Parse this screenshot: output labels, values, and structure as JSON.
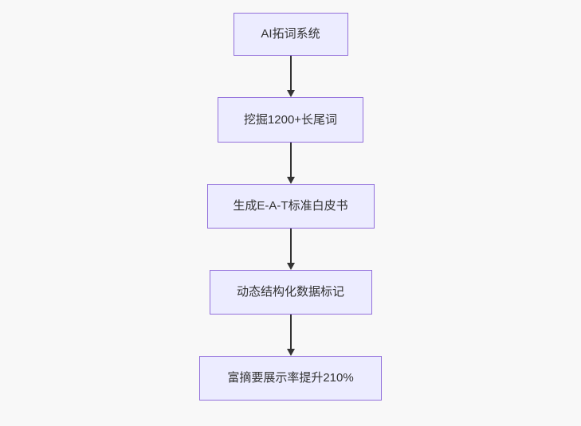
{
  "diagram": {
    "type": "flowchart-top-down",
    "colors": {
      "background": "#f8f8f8",
      "node_fill": "#ECECFF",
      "node_border": "#9370DB",
      "text": "#333333",
      "arrow": "#333333"
    },
    "nodes": [
      {
        "id": "n1",
        "label": "AI拓词系统"
      },
      {
        "id": "n2",
        "label": "挖掘1200+长尾词"
      },
      {
        "id": "n3",
        "label": "生成E-A-T标准白皮书"
      },
      {
        "id": "n4",
        "label": "动态结构化数据标记"
      },
      {
        "id": "n5",
        "label": "富摘要展示率提升210%"
      }
    ],
    "edges": [
      {
        "from": "n1",
        "to": "n2"
      },
      {
        "from": "n2",
        "to": "n3"
      },
      {
        "from": "n3",
        "to": "n4"
      },
      {
        "from": "n4",
        "to": "n5"
      }
    ]
  }
}
